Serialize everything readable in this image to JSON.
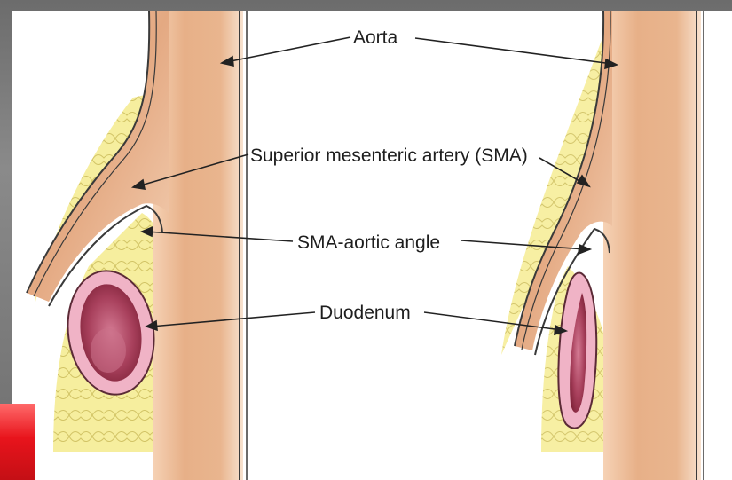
{
  "labels": {
    "aorta": "Aorta",
    "sma": "Superior mesenteric artery (SMA)",
    "angle": "SMA-aortic angle",
    "duodenum": "Duodenum"
  },
  "colors": {
    "fat": "#f5ea8c",
    "fat_outline": "#c8b850",
    "vessel": "#e9b68f",
    "vessel_light": "#f7dcc5",
    "duodenum_wall": "#f1b7c9",
    "duodenum_lumen": "#a63a55",
    "accent_red": "#e8141c"
  }
}
